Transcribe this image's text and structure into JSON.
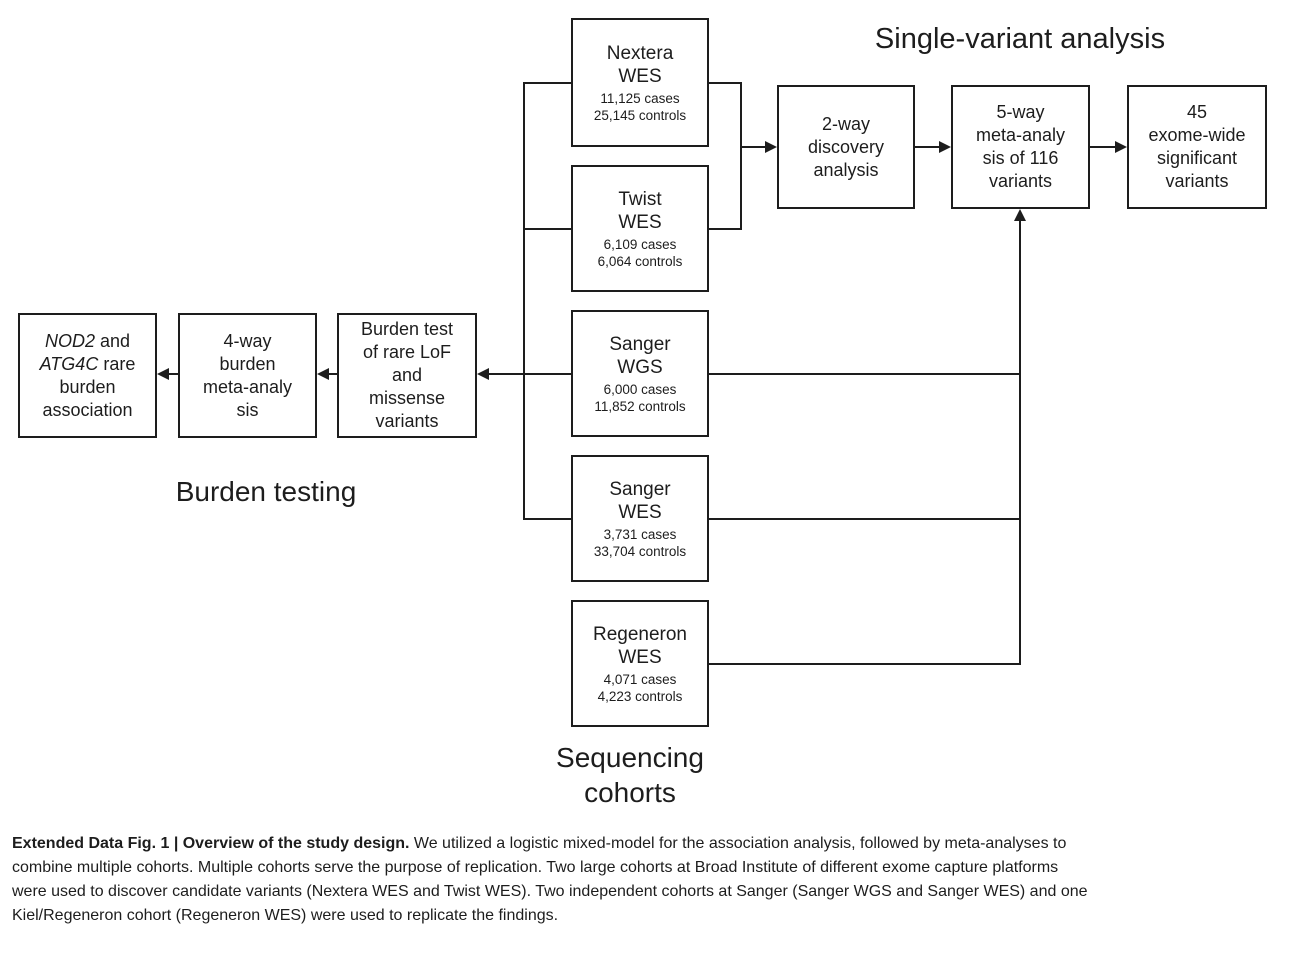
{
  "colors": {
    "ink": "#1d1d1d",
    "background": "#ffffff"
  },
  "figure": {
    "titles": {
      "single_variant": "Single-variant analysis",
      "burden_testing": "Burden testing",
      "sequencing_line1": "Sequencing",
      "sequencing_line2": "cohorts"
    },
    "cohorts": [
      {
        "name_lines": [
          "Nextera",
          "WES"
        ],
        "cases": "11,125 cases",
        "controls": "25,145 controls"
      },
      {
        "name_lines": [
          "Twist",
          "WES"
        ],
        "cases": "6,109 cases",
        "controls": "6,064 controls"
      },
      {
        "name_lines": [
          "Sanger",
          "WGS"
        ],
        "cases": "6,000 cases",
        "controls": "11,852 controls"
      },
      {
        "name_lines": [
          "Sanger",
          "WES"
        ],
        "cases": "3,731 cases",
        "controls": "33,704 controls"
      },
      {
        "name_lines": [
          "Regeneron",
          "WES"
        ],
        "cases": "4,071 cases",
        "controls": "4,223 controls"
      }
    ],
    "single_variant_row": {
      "discovery": {
        "lines": [
          "2-way",
          "discovery",
          "analysis"
        ]
      },
      "meta": {
        "lines": [
          "5-way",
          "meta-analy",
          "sis of 116",
          "variants"
        ]
      },
      "significant": {
        "lines": [
          "45",
          "exome-wide",
          "significant",
          "variants"
        ]
      }
    },
    "burden_row": {
      "association": {
        "line1_gene": "NOD2",
        "line1_rest": " and",
        "line2_gene": "ATG4C",
        "line2_rest": " rare",
        "line3": "burden",
        "line4": "association"
      },
      "meta": {
        "lines": [
          "4-way",
          "burden",
          "meta-analy",
          "sis"
        ]
      },
      "test": {
        "lines": [
          "Burden test",
          "of rare LoF",
          "and",
          "missense",
          "variants"
        ]
      }
    }
  },
  "caption": {
    "line1_bold": "Extended Data Fig. 1 | Overview of the study design.",
    "line1_rest": " We utilized a logistic mixed-model for the association analysis, followed by meta-analyses to",
    "line2": "combine multiple cohorts. Multiple cohorts serve the purpose of replication. Two large cohorts at Broad Institute of different exome capture platforms",
    "line3": "were used to discover candidate variants (Nextera WES and Twist WES). Two independent cohorts at Sanger (Sanger WGS and Sanger WES) and one",
    "line4": "Kiel/Regeneron cohort (Regeneron WES) were used to replicate the findings."
  }
}
